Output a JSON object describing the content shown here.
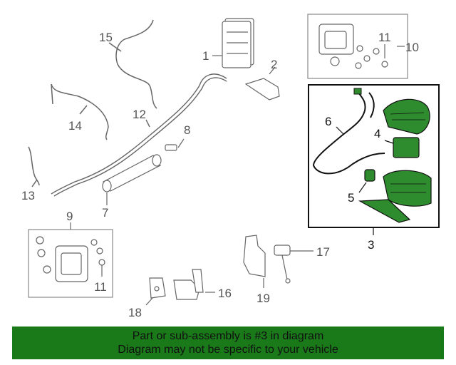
{
  "callouts": {
    "c1": "1",
    "c2": "2",
    "c3": "3",
    "c4": "4",
    "c5": "5",
    "c6": "6",
    "c7": "7",
    "c8": "8",
    "c9": "9",
    "c10": "10",
    "c11a": "11",
    "c11b": "11",
    "c12": "12",
    "c13": "13",
    "c14": "14",
    "c15": "15",
    "c16": "16",
    "c17": "17",
    "c18": "18",
    "c19": "19"
  },
  "colors": {
    "highlight": "#1a7a1a",
    "part_fill": "#2e8b2e",
    "line": "#666666"
  },
  "banner": {
    "line1": "Part or sub-assembly is #3 in diagram",
    "line2": "Diagram may not be specific to your vehicle"
  }
}
